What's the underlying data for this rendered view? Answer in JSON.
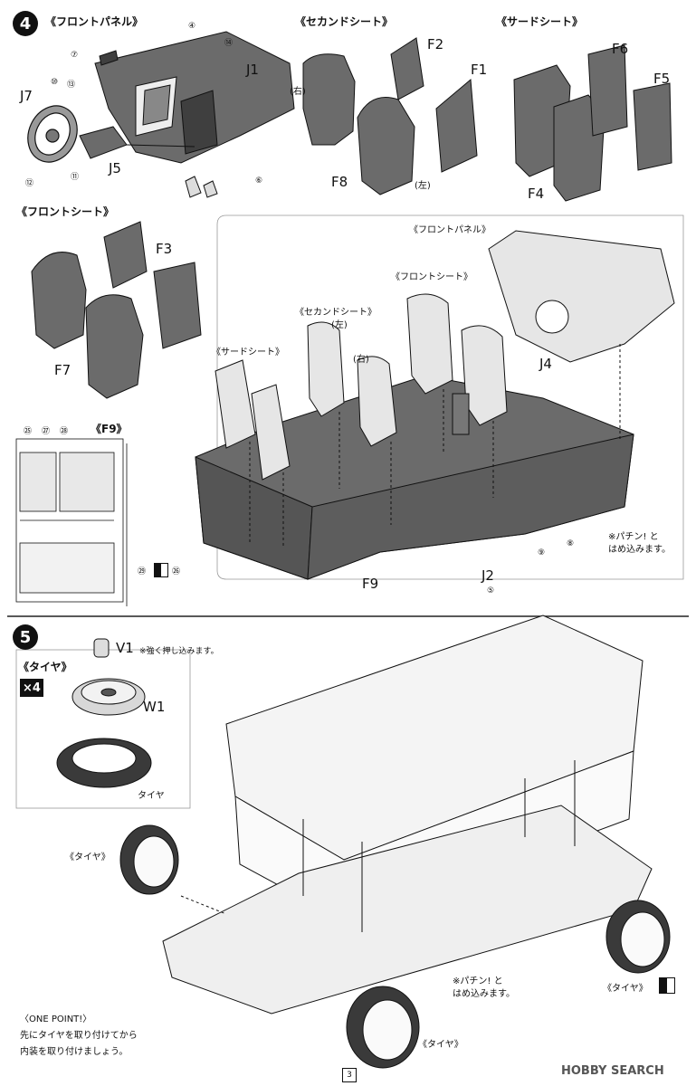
{
  "step4": {
    "number": "4",
    "front_panel_title": "《フロントパネル》",
    "second_seat_title": "《セカンドシート》",
    "third_seat_title": "《サードシート》",
    "front_seat_title": "《フロントシート》",
    "f9_title": "《F9》",
    "parts": {
      "j1": "J1",
      "j7": "J7",
      "j5": "J5",
      "f2": "F2",
      "f1": "F1",
      "f8": "F8",
      "f6": "F6",
      "f5": "F5",
      "f4": "F4",
      "f3": "F3",
      "f7": "F7",
      "j4": "J4",
      "j2": "J2",
      "f9": "F9"
    },
    "nums": {
      "n4": "④",
      "n14": "⑭",
      "n7": "⑦",
      "n10": "⑩",
      "n13": "⑬",
      "n11": "⑪",
      "n12": "⑫",
      "n6": "⑥",
      "n9": "⑨",
      "n8": "⑧",
      "n5": "⑤",
      "n25": "㉕",
      "n27": "㉗",
      "n28": "㉘",
      "n29": "㉙",
      "n26": "㉖"
    },
    "right": "(右)",
    "left": "(左)",
    "assembly": {
      "front_panel": "《フロントパネル》",
      "front_seat": "《フロントシート》",
      "second_seat": "《セカンドシート》",
      "left": "(左)",
      "right": "(右)",
      "third_seat": "《サードシート》"
    },
    "snap_note_line1": "※パチン! と",
    "snap_note_line2": "はめ込みます。"
  },
  "step5": {
    "number": "5",
    "tire_title": "《タイヤ》",
    "multiplier": "×4",
    "v1": "V1",
    "v1_note": "※強く押し込みます。",
    "w1": "W1",
    "tire_label": "タイヤ",
    "tire_callout_left": "《タイヤ》",
    "tire_callout_right": "《タイヤ》",
    "tire_callout_bottom": "《タイヤ》",
    "snap_note_line1": "※パチン! と",
    "snap_note_line2": "はめ込みます。",
    "one_point_title": "〈ONE POINT!〉",
    "one_point_line1": "先にタイヤを取り付けてから",
    "one_point_line2": "内装を取り付けましょう。"
  },
  "footer": {
    "page_number": "3",
    "watermark": "HOBBY SEARCH"
  },
  "colors": {
    "part_fill": "#6b6b6b",
    "part_dark": "#3f3f3f",
    "line": "#111111",
    "background": "#ffffff"
  }
}
